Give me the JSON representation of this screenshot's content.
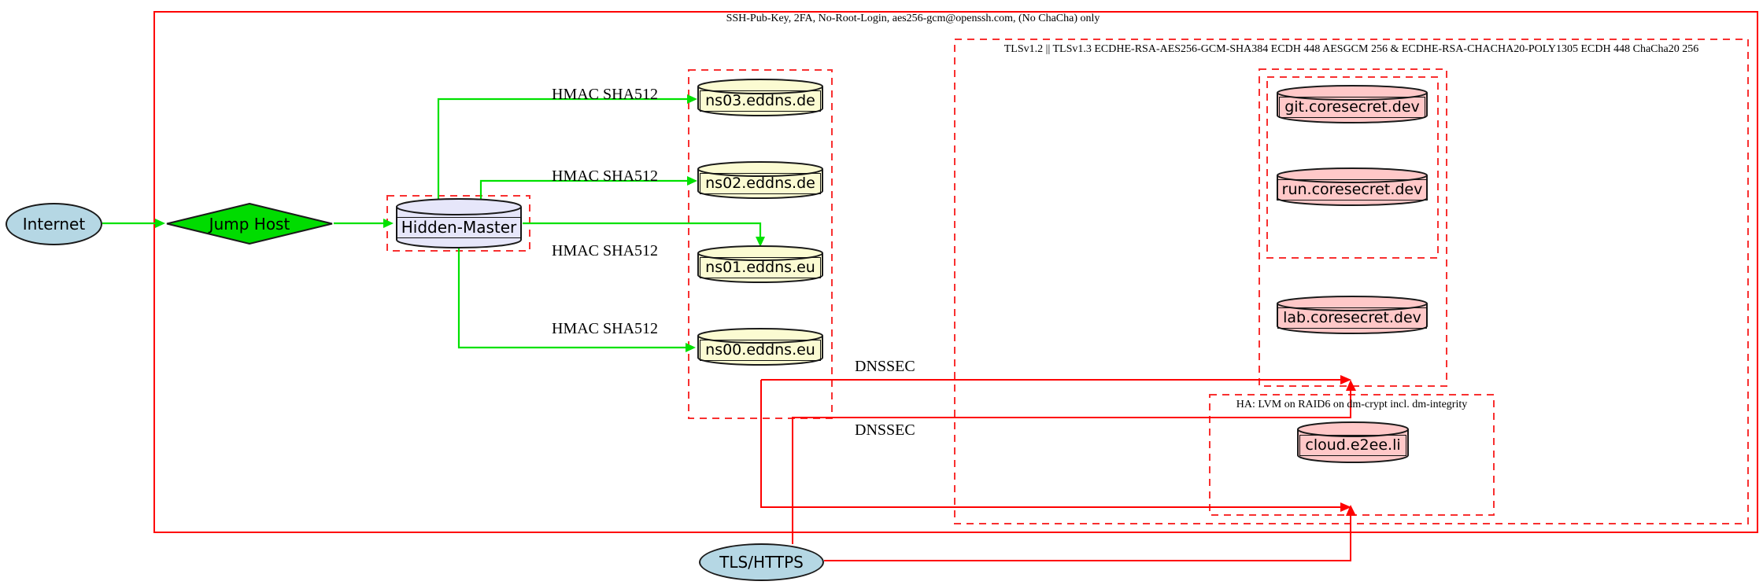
{
  "diagram_title": "network security diagram",
  "clusters": {
    "ssh": {
      "label": "SSH-Pub-Key, 2FA, No-Root-Login, aes256-gcm@openssh.com, (No ChaCha) only"
    },
    "tls": {
      "label": "TLSv1.2 || TLSv1.3 ECDHE-RSA-AES256-GCM-SHA384 ECDH 448 AESGCM 256 & ECDHE-RSA-CHACHA20-POLY1305 ECDH 448 ChaCha20 256"
    },
    "ha": {
      "label": "HA: LVM on RAID6 on dm-crypt incl. dm-integrity"
    }
  },
  "nodes": {
    "internet": {
      "label": "Internet",
      "shape": "ellipse",
      "fill": "#b5d7e4"
    },
    "jump_host": {
      "label": "Jump Host",
      "shape": "diamond",
      "fill": "#00dc00"
    },
    "hidden_master": {
      "label": "Hidden-Master",
      "shape": "cylinder",
      "fill": "#e6e6fa"
    },
    "ns03": {
      "label": "ns03.eddns.de",
      "shape": "cylinder",
      "fill": "#fbfbd2"
    },
    "ns02": {
      "label": "ns02.eddns.de",
      "shape": "cylinder",
      "fill": "#fbfbd2"
    },
    "ns01": {
      "label": "ns01.eddns.eu",
      "shape": "cylinder",
      "fill": "#fbfbd2"
    },
    "ns00": {
      "label": "ns00.eddns.eu",
      "shape": "cylinder",
      "fill": "#fbfbd2"
    },
    "git": {
      "label": "git.coresecret.dev",
      "shape": "cylinder",
      "fill": "#ffc8c8"
    },
    "run": {
      "label": "run.coresecret.dev",
      "shape": "cylinder",
      "fill": "#ffc8c8"
    },
    "lab": {
      "label": "lab.coresecret.dev",
      "shape": "cylinder",
      "fill": "#ffc8c8"
    },
    "cloud": {
      "label": "cloud.e2ee.li",
      "shape": "cylinder",
      "fill": "#ffc8c8"
    },
    "tls_https": {
      "label": "TLS/HTTPS",
      "shape": "ellipse",
      "fill": "#b5d7e4"
    }
  },
  "edge_labels": {
    "hmac_ns03": "HMAC SHA512",
    "hmac_ns02": "HMAC SHA512",
    "hmac_ns01": "HMAC SHA512",
    "hmac_ns00": "HMAC SHA512",
    "dnssec_top": "DNSSEC",
    "dnssec_bottom": "DNSSEC"
  },
  "colors": {
    "edge_green": "#00e100",
    "edge_red": "#fe0000",
    "cluster_border_red": "#f83030",
    "node_border": "#1a1a1a"
  }
}
